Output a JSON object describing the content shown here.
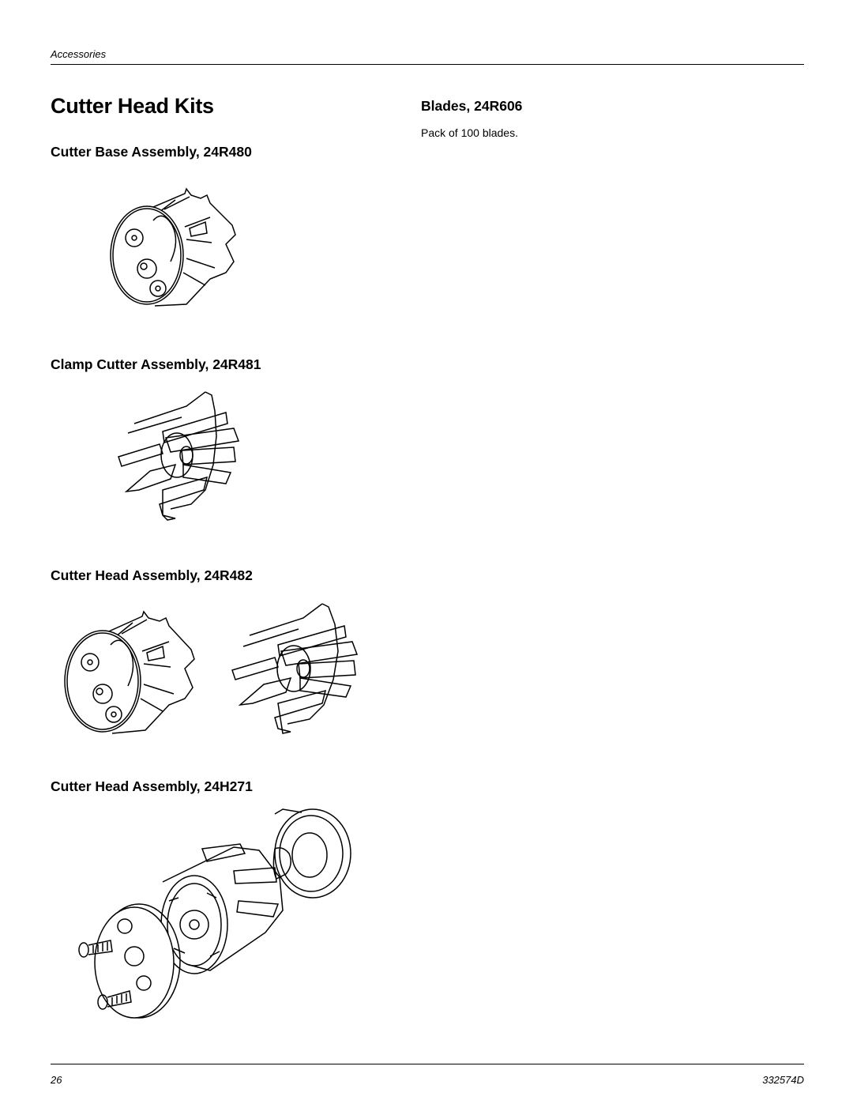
{
  "header": {
    "section": "Accessories"
  },
  "title": "Cutter Head Kits",
  "kits": [
    {
      "heading": "Cutter Base Assembly, 24R480"
    },
    {
      "heading": "Clamp Cutter Assembly, 24R481"
    },
    {
      "heading": "Cutter Head Assembly, 24R482"
    },
    {
      "heading": "Cutter Head Assembly, 24H271"
    }
  ],
  "blades": {
    "heading": "Blades, 24R606",
    "description": "Pack of 100 blades."
  },
  "footer": {
    "page_number": "26",
    "doc_number": "332574D"
  }
}
